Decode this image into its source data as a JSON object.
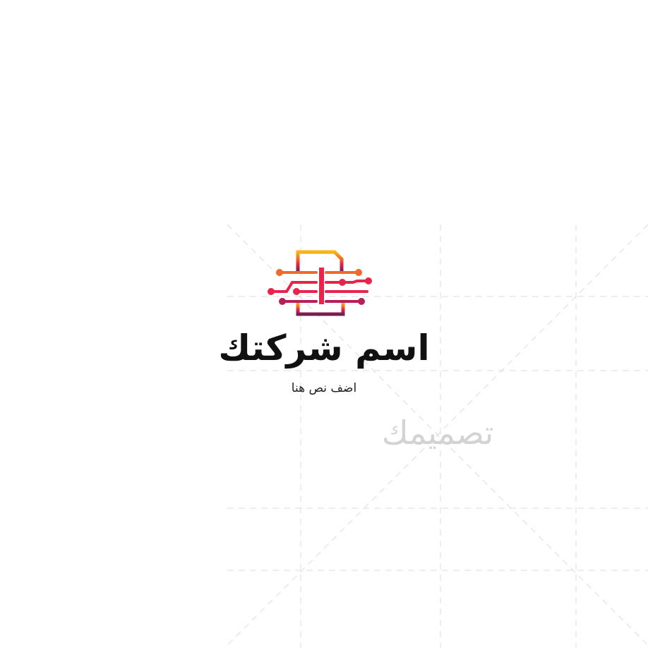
{
  "logo": {
    "icon": "circuit-document-icon",
    "colors": {
      "top": "#f7b718",
      "upper_middle": "#f26a2a",
      "middle": "#e8244a",
      "lower_middle": "#b81f5a",
      "bottom": "#6e1f56"
    }
  },
  "company_name": "اسم شركتك",
  "tagline": "اضف نص هنا",
  "watermark": {
    "text": "تصميمك",
    "color": "#d3d3d3"
  },
  "background": {
    "grid_color": "#dcdcdc",
    "page_color": "#ffffff"
  }
}
